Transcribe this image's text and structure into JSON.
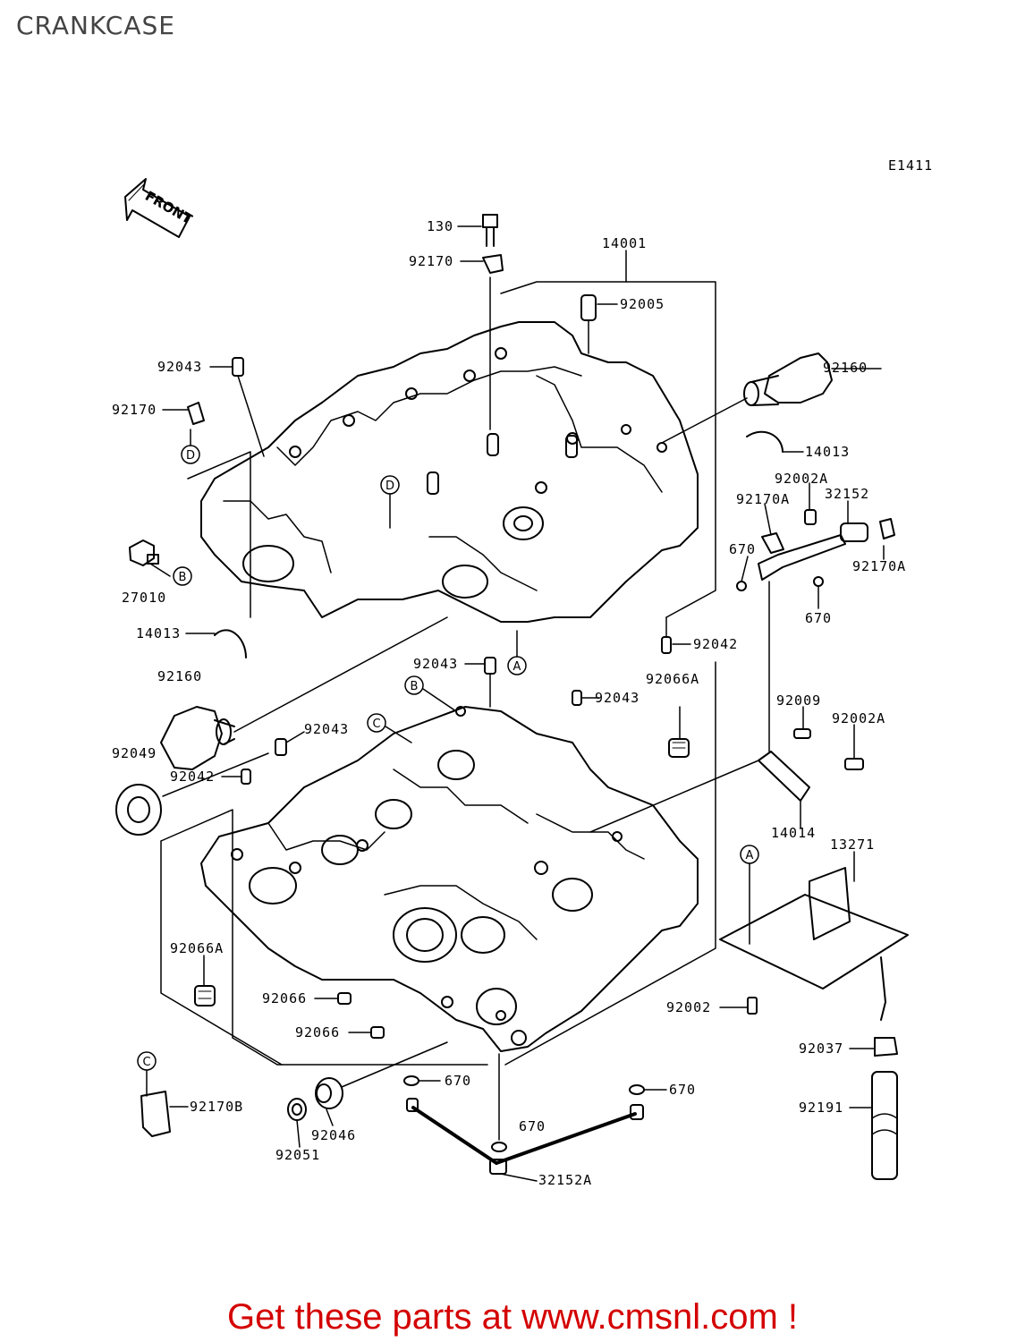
{
  "page_title": "CRANKCASE",
  "diagram_code": "E1411",
  "front_arrow_label": "FRONT",
  "part_labels": {
    "p130": "130",
    "p92170_a": "92170",
    "p14001": "14001",
    "p92005": "92005",
    "p92043_a": "92043",
    "p92160_a": "92160",
    "p92170_b": "92170",
    "p14013_a": "14013",
    "p92002A_a": "92002A",
    "p92170A_a": "92170A",
    "p32152": "32152",
    "p670_a": "670",
    "p92170A_b": "92170A",
    "p27010": "27010",
    "p670_b": "670",
    "p14013_b": "14013",
    "p92042_a": "92042",
    "p92043_b": "92043",
    "p92160_b": "92160",
    "p92066A_a": "92066A",
    "p92043_c": "92043",
    "p92009": "92009",
    "p92043_d": "92043",
    "p92002A_b": "92002A",
    "p92049": "92049",
    "p92042_b": "92042",
    "p14014": "14014",
    "p13271": "13271",
    "p92066A_b": "92066A",
    "p92066_a": "92066",
    "p92002": "92002",
    "p92066_b": "92066",
    "p92037": "92037",
    "p670_c": "670",
    "p670_d": "670",
    "p92170B": "92170B",
    "p92191": "92191",
    "p670_e": "670",
    "p92046": "92046",
    "p92051": "92051",
    "p32152A": "32152A"
  },
  "ref_markers": {
    "d1": "D",
    "d2": "D",
    "b1": "B",
    "b2": "B",
    "a1": "A",
    "a2": "A",
    "c1": "C",
    "c2": "C"
  },
  "promo": {
    "text": "Get these parts at www.cmsnl.com !",
    "color": "#d40000"
  }
}
